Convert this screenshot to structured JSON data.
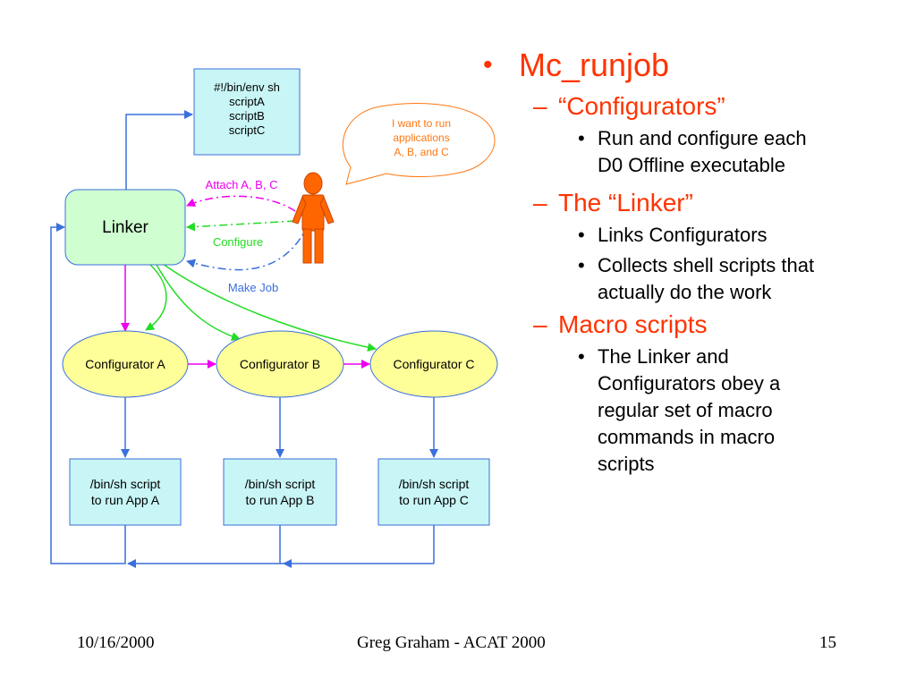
{
  "diagram": {
    "script_box": [
      "#!/bin/env sh",
      "scriptA",
      "scriptB",
      "scriptC"
    ],
    "speech_bubble": [
      "I want to run",
      "applications",
      "A, B, and C"
    ],
    "linker_label": "Linker",
    "attach_label": "Attach A, B, C",
    "configure_label": "Configure",
    "make_job_label": "Make Job",
    "configurators": [
      "Configurator A",
      "Configurator B",
      "Configurator C"
    ],
    "scripts": [
      [
        "/bin/sh script",
        "to run App A"
      ],
      [
        "/bin/sh script",
        "to run App B"
      ],
      [
        "/bin/sh script",
        "to run App C"
      ]
    ],
    "colors": {
      "magenta": "#ee00ee",
      "green": "#22dd22",
      "blue": "#3a6fdc",
      "orange": "#ff7711",
      "linker_fill": "#cfffd0",
      "ellipse_fill": "#ffff99",
      "box_fill": "#c8f5f5"
    }
  },
  "bullets": {
    "title": "Mc_runjob",
    "configurators_heading": "“Configurators”",
    "configurators_item1": [
      "Run and configure each",
      "D0 Offline executable"
    ],
    "linker_heading": "The “Linker”",
    "linker_item1": "Links Configurators",
    "linker_item2": [
      "Collects shell scripts that",
      "actually do the work"
    ],
    "macro_heading": "Macro scripts",
    "macro_item1": [
      "The Linker and",
      "Configurators obey a",
      "regular set of macro",
      "commands in macro",
      "scripts"
    ]
  },
  "footer": {
    "date": "10/16/2000",
    "center": "Greg Graham - ACAT 2000",
    "page": "15"
  }
}
